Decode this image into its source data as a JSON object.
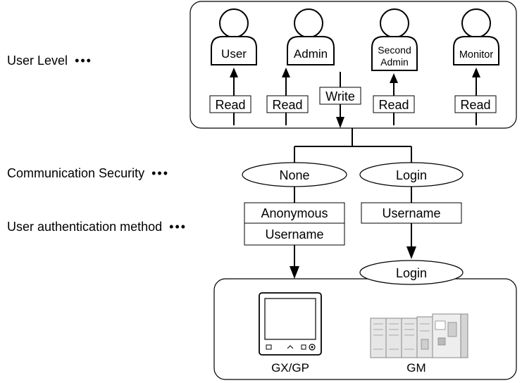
{
  "row_labels": {
    "user_level": "User Level",
    "comm_security": "Communication Security",
    "auth_method": "User authentication method",
    "dots": "•••"
  },
  "users": [
    {
      "label": "User",
      "access": "Read"
    },
    {
      "label": "Admin",
      "access": "Read",
      "access2": "Write"
    },
    {
      "label": "Second\nAdmin",
      "access": "Read"
    },
    {
      "label": "Monitor",
      "access": "Read"
    }
  ],
  "security": {
    "none": "None",
    "login": "Login"
  },
  "auth": {
    "none_methods": [
      "Anonymous",
      "Username"
    ],
    "login_methods": [
      "Username"
    ]
  },
  "device_box": {
    "login_label": "Login",
    "devices": [
      "GX/GP",
      "GM"
    ]
  },
  "colors": {
    "stroke": "#000000",
    "device_fill": "#d9d9d9"
  }
}
